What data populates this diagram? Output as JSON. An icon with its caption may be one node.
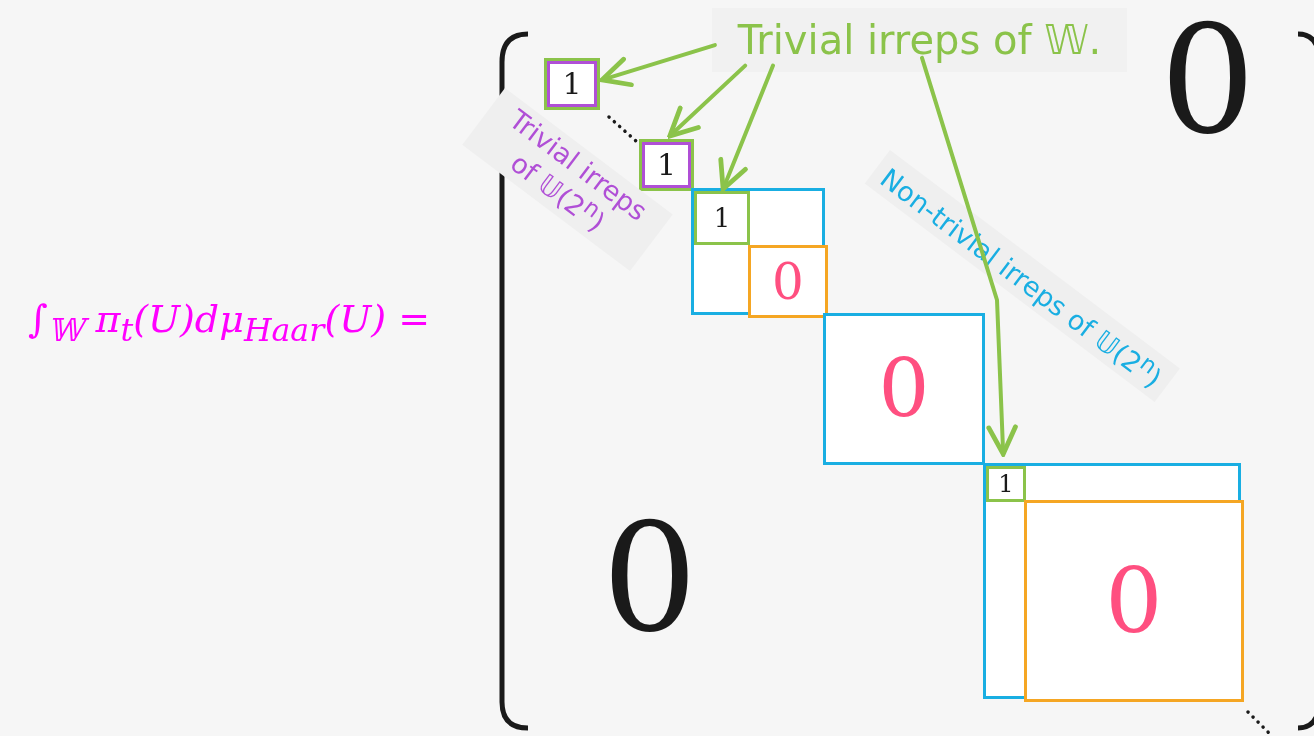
{
  "diagram": {
    "nodes": [
      {
        "text": [
          "Trivial irreps of 𝕎."
        ]
      },
      {
        "text": [
          "1"
        ]
      },
      {
        "text": [
          "1"
        ]
      },
      {
        "text": [],
        "shape": "box"
      },
      {
        "text": [
          "1"
        ],
        "in": 3
      },
      {
        "text": [
          "0"
        ],
        "in": 3
      },
      {
        "text": [
          "0"
        ]
      },
      {
        "text": [],
        "shape": "box"
      },
      {
        "text": [
          "1"
        ],
        "in": 7
      },
      {
        "text": [
          "0"
        ],
        "in": 7
      }
    ],
    "edges": [
      {
        "from": 0,
        "to": 1,
        "arrow": "to"
      },
      {
        "from": 0,
        "to": 2,
        "arrow": "to"
      },
      {
        "from": 0,
        "to": 4,
        "arrow": "to"
      },
      {
        "from": 0,
        "to": 8,
        "arrow": "to"
      }
    ],
    "labels": [
      "∫$_{𝕎}$ π$_{t}$(U)dμ$_{Haar}$(U) =",
      "0",
      "Trivial irreps of 𝕌(2$^{n}$)",
      "Non-trivial irreps of 𝕌(2$^{n}$)",
      "0"
    ]
  }
}
